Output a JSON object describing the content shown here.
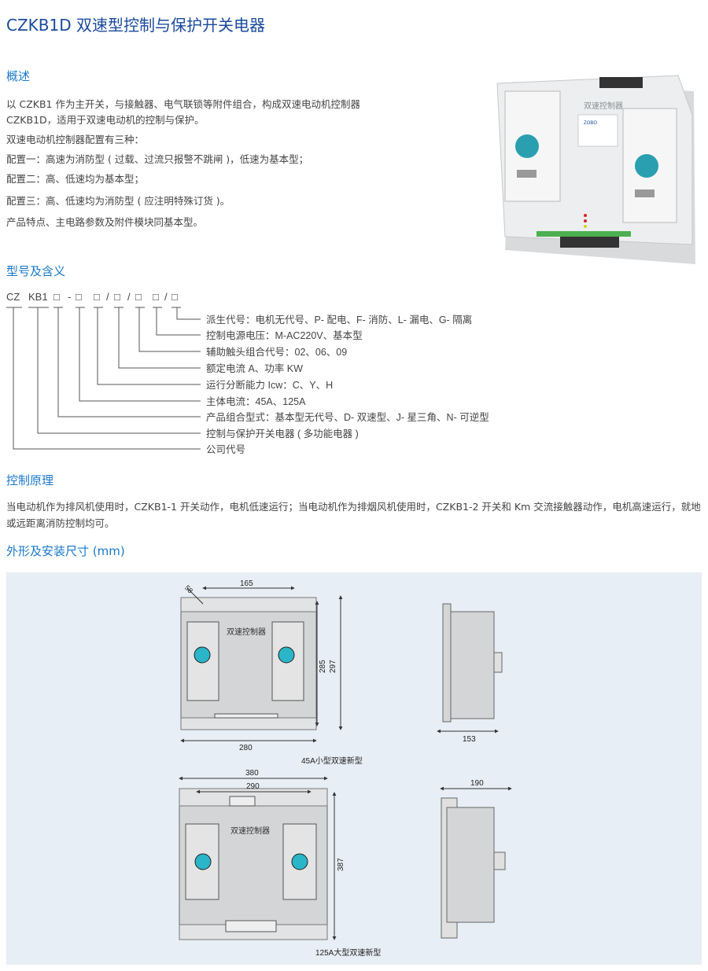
{
  "title": "CZKB1D 双速型控制与保护开关电器",
  "overview": {
    "heading": "概述",
    "lines": [
      "以 CZKB1 作为主开关，与接触器、电气联锁等附件组合，构成双速电动机控制器",
      "CZKB1D，适用于双速电动机的控制与保护。",
      "双速电动机控制器配置有三种：",
      "配置一：高速为消防型 ( 过载、过流只报警不跳闸 )，低速为基本型；",
      "配置二：高、低速均为基本型；",
      "配置三：高、低速均为消防型 ( 应注明特殊订货 )。",
      "产品特点、主电路参数及附件模块同基本型。"
    ]
  },
  "product_photo": {
    "label": "双速控制器",
    "brand": "ZOBO"
  },
  "model": {
    "heading": "型号及含义",
    "code_parts": [
      "CZ",
      "KB1",
      "□",
      "-",
      "□",
      "□",
      "/",
      "□",
      "/",
      "□",
      "□",
      "/",
      "□"
    ],
    "labels": [
      "派生代号：电机无代号、P- 配电、F- 消防、L- 漏电、G- 隔离",
      "控制电源电压：M-AC220V、基本型",
      "辅助触头组合代号：02、06、09",
      "额定电流 A、功率 KW",
      "运行分断能力 Icw：C、Y、H",
      "主体电流：45A、125A",
      "产品组合型式：基本型无代号、D- 双速型、J- 星三角、N- 可逆型",
      "控制与保护开关电器 ( 多功能电器 )",
      "公司代号"
    ]
  },
  "principle": {
    "heading": "控制原理",
    "text": "当电动机作为排风机使用时，CZKB1-1 开关动作，电机低速运行；当电动机作为排烟风机使用时，CZKB1-2 开关和 Km 交流接触器动作，电机高速运行，就地或远距离消防控制均可。"
  },
  "dimensions": {
    "heading": "外形及安装尺寸 (mm)",
    "small": {
      "panel_label": "双速控制器",
      "dims": [
        "165",
        "58",
        "285",
        "297",
        "280",
        "153"
      ],
      "caption": "45A小型双速新型"
    },
    "large": {
      "panel_label": "双速控制器",
      "dims": [
        "380",
        "290",
        "387",
        "190"
      ],
      "caption": "125A大型双速新型"
    }
  },
  "colors": {
    "title": "#1a4a9c",
    "heading": "#1a78c8",
    "knob": "#2bb5c8",
    "drawing_bg": "#e7eef5"
  }
}
